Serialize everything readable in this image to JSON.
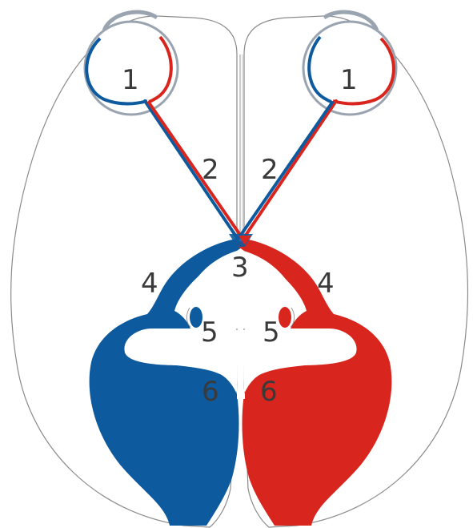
{
  "colors": {
    "background": "#ffffff",
    "outline": "#8a8a8a",
    "left_pathway": "#0d5a9e",
    "right_pathway": "#d8261f",
    "eye_outer": "#9aa4b0",
    "label": "#3a3a3a"
  },
  "labels": {
    "eye_left": "1",
    "eye_right": "1",
    "nerve_left": "2",
    "nerve_right": "2",
    "chiasm": "3",
    "tract_left": "4",
    "tract_right": "4",
    "nucleus_left": "5",
    "nucleus_right": "5",
    "cortex_left": "6",
    "cortex_right": "6"
  }
}
